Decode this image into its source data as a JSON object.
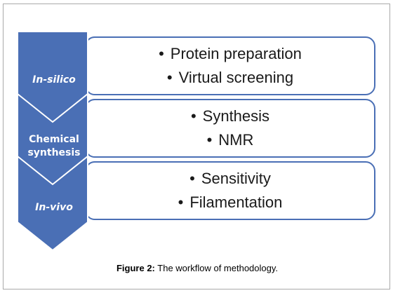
{
  "stages": [
    {
      "label_lines": [
        "In-silico"
      ],
      "italic": true,
      "items": [
        "Protein preparation",
        "Virtual screening"
      ]
    },
    {
      "label_lines": [
        "Chemical",
        "synthesis"
      ],
      "italic": false,
      "items": [
        "Synthesis",
        "NMR"
      ]
    },
    {
      "label_lines": [
        "In-vivo"
      ],
      "italic": true,
      "items": [
        "Sensitivity",
        "Filamentation"
      ]
    }
  ],
  "caption": {
    "prefix": "Figure 2:",
    "text": "The workflow of methodology."
  },
  "colors": {
    "chevron_fill": "#4a6fb5",
    "chevron_stroke": "#ffffff",
    "box_border": "#4a6fb5"
  },
  "bullet_glyph": "•"
}
